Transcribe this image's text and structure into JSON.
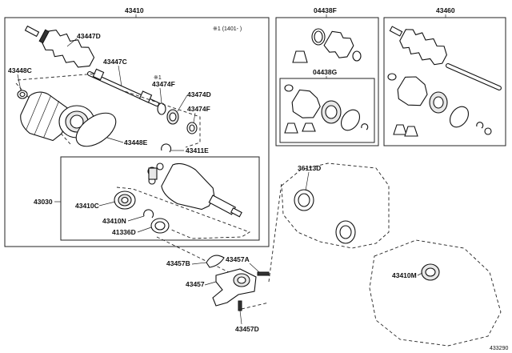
{
  "labels": {
    "assy_left": "43410",
    "kit_top": "04438F",
    "assy_right": "43460",
    "boot_kit": "04438G",
    "boot_outer": "43447D",
    "shaft": "43447C",
    "note": "※1 (1401-   )",
    "note_star": "※1",
    "clamp_a": "43448C",
    "ring_f1": "43474F",
    "ring_d": "43474D",
    "ring_f2": "43474F",
    "clamp_e": "43448E",
    "snap_e": "43411E",
    "inboard_joint": "43030",
    "bearing_c": "43410C",
    "snap_n": "43410N",
    "seal_d": "41336D",
    "bracket_b": "43457B",
    "bolt_a": "43457A",
    "bracket": "43457",
    "bolt_d": "43457D",
    "oil_seal": "36113D",
    "bearing_m": "43410M",
    "diagram_no": "433290"
  }
}
